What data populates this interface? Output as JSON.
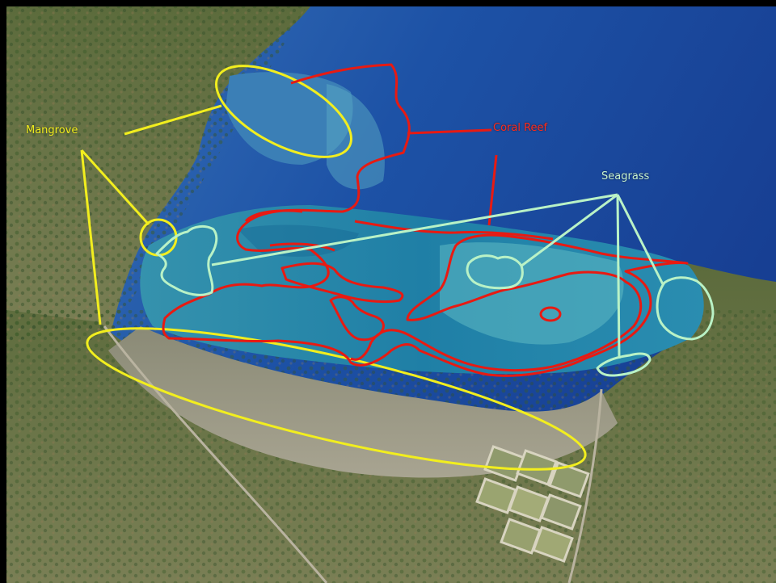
{
  "labels": {
    "mangrove": "Mangrove",
    "coral_reef": "Coral Reef",
    "seagrass": "Seagrass"
  },
  "colors": {
    "mangrove_annotation": "#f2ee1e",
    "coral_reef_annotation": "#e81a12",
    "seagrass_annotation": "#b9f2c6",
    "deep_sea": "#1d4fa6",
    "lagoon": "#2a8fb0",
    "land": "#6b7a4a"
  }
}
